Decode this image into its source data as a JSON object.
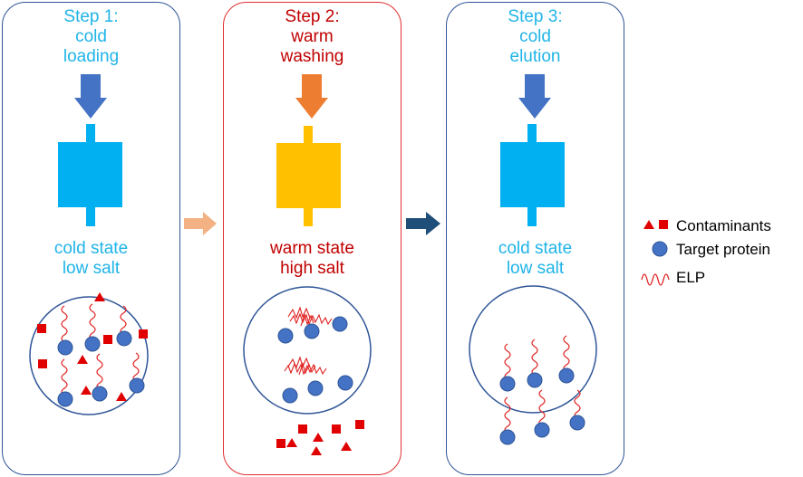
{
  "colors": {
    "cold": "#20b4e8",
    "warm": "#c00000",
    "cold_arrow": "#4472c4",
    "warm_arrow": "#ed7d31",
    "column_cold": "#00b0f0",
    "column_warm": "#ffc000",
    "panel_cold_border": "#2f5597",
    "panel_warm_border": "#e03030",
    "between_arrow_1": "#f4b183",
    "between_arrow_2": "#1f4e79",
    "protein": "#4472c4",
    "contaminant": "#e00000",
    "elp": "#e02020"
  },
  "steps": [
    {
      "title": "Step 1:",
      "line2": "cold",
      "line3": "loading",
      "state": "cold state",
      "salt": "low salt"
    },
    {
      "title": "Step 2:",
      "line2": "warm",
      "line3": "washing",
      "state": "warm state",
      "salt": "high salt"
    },
    {
      "title": "Step 3:",
      "line2": "cold",
      "line3": "elution",
      "state": "cold state",
      "salt": "low salt"
    }
  ],
  "legend": {
    "contaminants": "Contaminants",
    "target_protein": "Target protein",
    "elp": "ELP"
  }
}
